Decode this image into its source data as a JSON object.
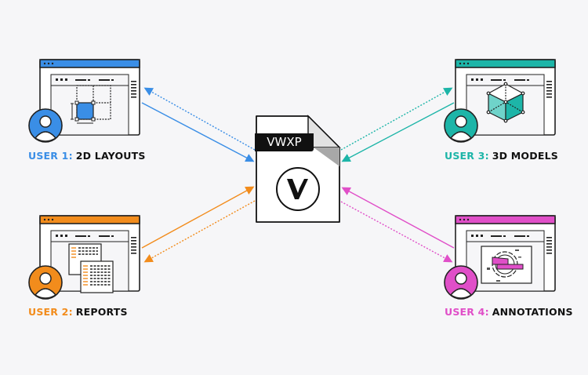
{
  "file": {
    "label": "VWXP",
    "logo": "vectorworks-v-logo"
  },
  "users": [
    {
      "prefix": "USER 1:",
      "name": "2D LAYOUTS",
      "color": "#3a8ee6",
      "illustration": "2d-layout"
    },
    {
      "prefix": "USER 2:",
      "name": "REPORTS",
      "color": "#f28c1c",
      "illustration": "report-sheets"
    },
    {
      "prefix": "USER 3:",
      "name": "3D MODELS",
      "color": "#1db5a8",
      "illustration": "3d-cube"
    },
    {
      "prefix": "USER 4:",
      "name": "ANNOTATIONS",
      "color": "#e04fc8",
      "illustration": "annotated-detail"
    }
  ]
}
